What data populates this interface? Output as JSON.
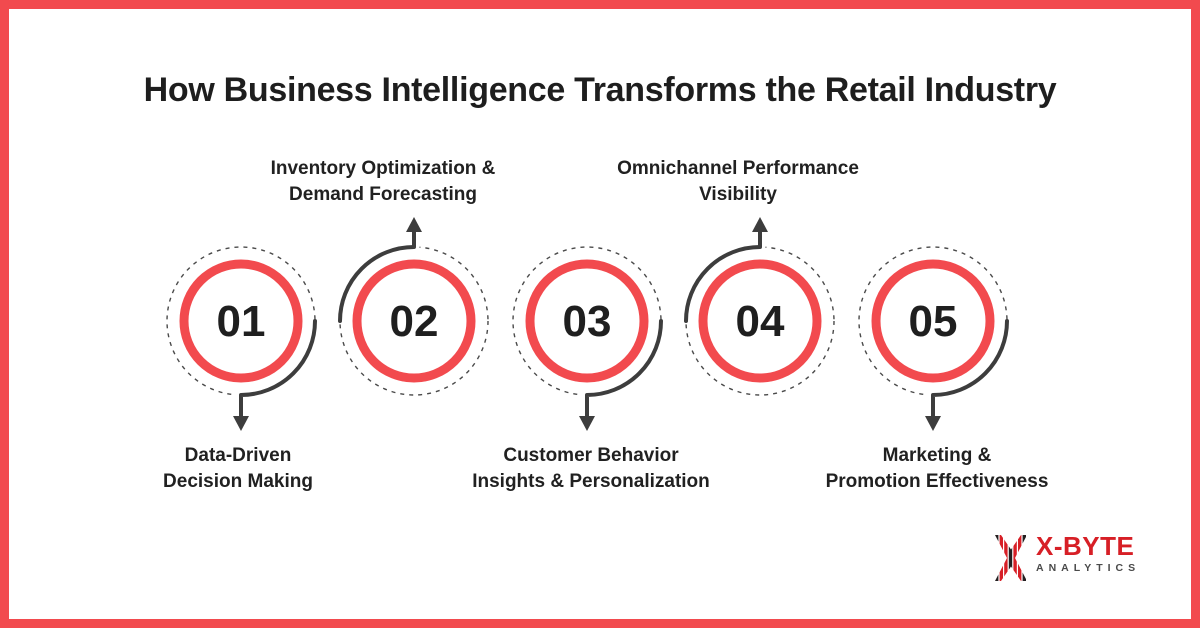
{
  "title": "How Business Intelligence Transforms the Retail Industry",
  "steps": [
    {
      "number": "01",
      "label": "Data-Driven\nDecision Making",
      "label_position": "below"
    },
    {
      "number": "02",
      "label": "Inventory Optimization &\nDemand Forecasting",
      "label_position": "above"
    },
    {
      "number": "03",
      "label": "Customer Behavior\nInsights & Personalization",
      "label_position": "below"
    },
    {
      "number": "04",
      "label": "Omnichannel Performance\nVisibility",
      "label_position": "above"
    },
    {
      "number": "05",
      "label": "Marketing &\nPromotion Effectiveness",
      "label_position": "below"
    }
  ],
  "logo": {
    "brand": "X-BYTE",
    "subtitle": "ANALYTICS"
  },
  "colors": {
    "accent_red": "#F24A4E",
    "arc_dark": "#3D3D3D",
    "text_dark": "#212121",
    "logo_red": "#D71F26",
    "logo_gray": "#4A4A4A"
  }
}
